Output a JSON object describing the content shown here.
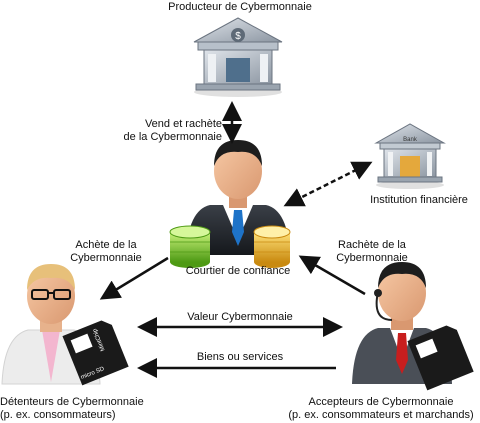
{
  "nodes": {
    "producer": "Producteur de Cybermonnaie",
    "broker": "Courtier de confiance",
    "financial": "Institution financière",
    "holders_line1": "Détenteurs de Cybermonnaie",
    "holders_line2": "(p. ex. consommateurs)",
    "acceptors_line1": "Accepteurs de Cybermonnaie",
    "acceptors_line2": "(p. ex. consommateurs et marchands)"
  },
  "edges": {
    "producer_broker_line1": "Vend et rachète",
    "producer_broker_line2": "de la Cybermonnaie",
    "buy_line1": "Achète de la",
    "buy_line2": "Cybermonnaie",
    "redeem_line1": "Rachète de la",
    "redeem_line2": "Cybermonnaie",
    "value": "Valeur Cybermonnaie",
    "goods": "Biens ou services"
  },
  "decor": {
    "bank_sign": "Bank",
    "card_brand": "MintChip",
    "card_logo": "micro SD"
  },
  "colors": {
    "tie": "#1e73c8",
    "acceptor_tie": "#c81e1e",
    "coin_gold": "#e8b422",
    "coin_green": "#7cc82a",
    "arrow": "#111111"
  }
}
